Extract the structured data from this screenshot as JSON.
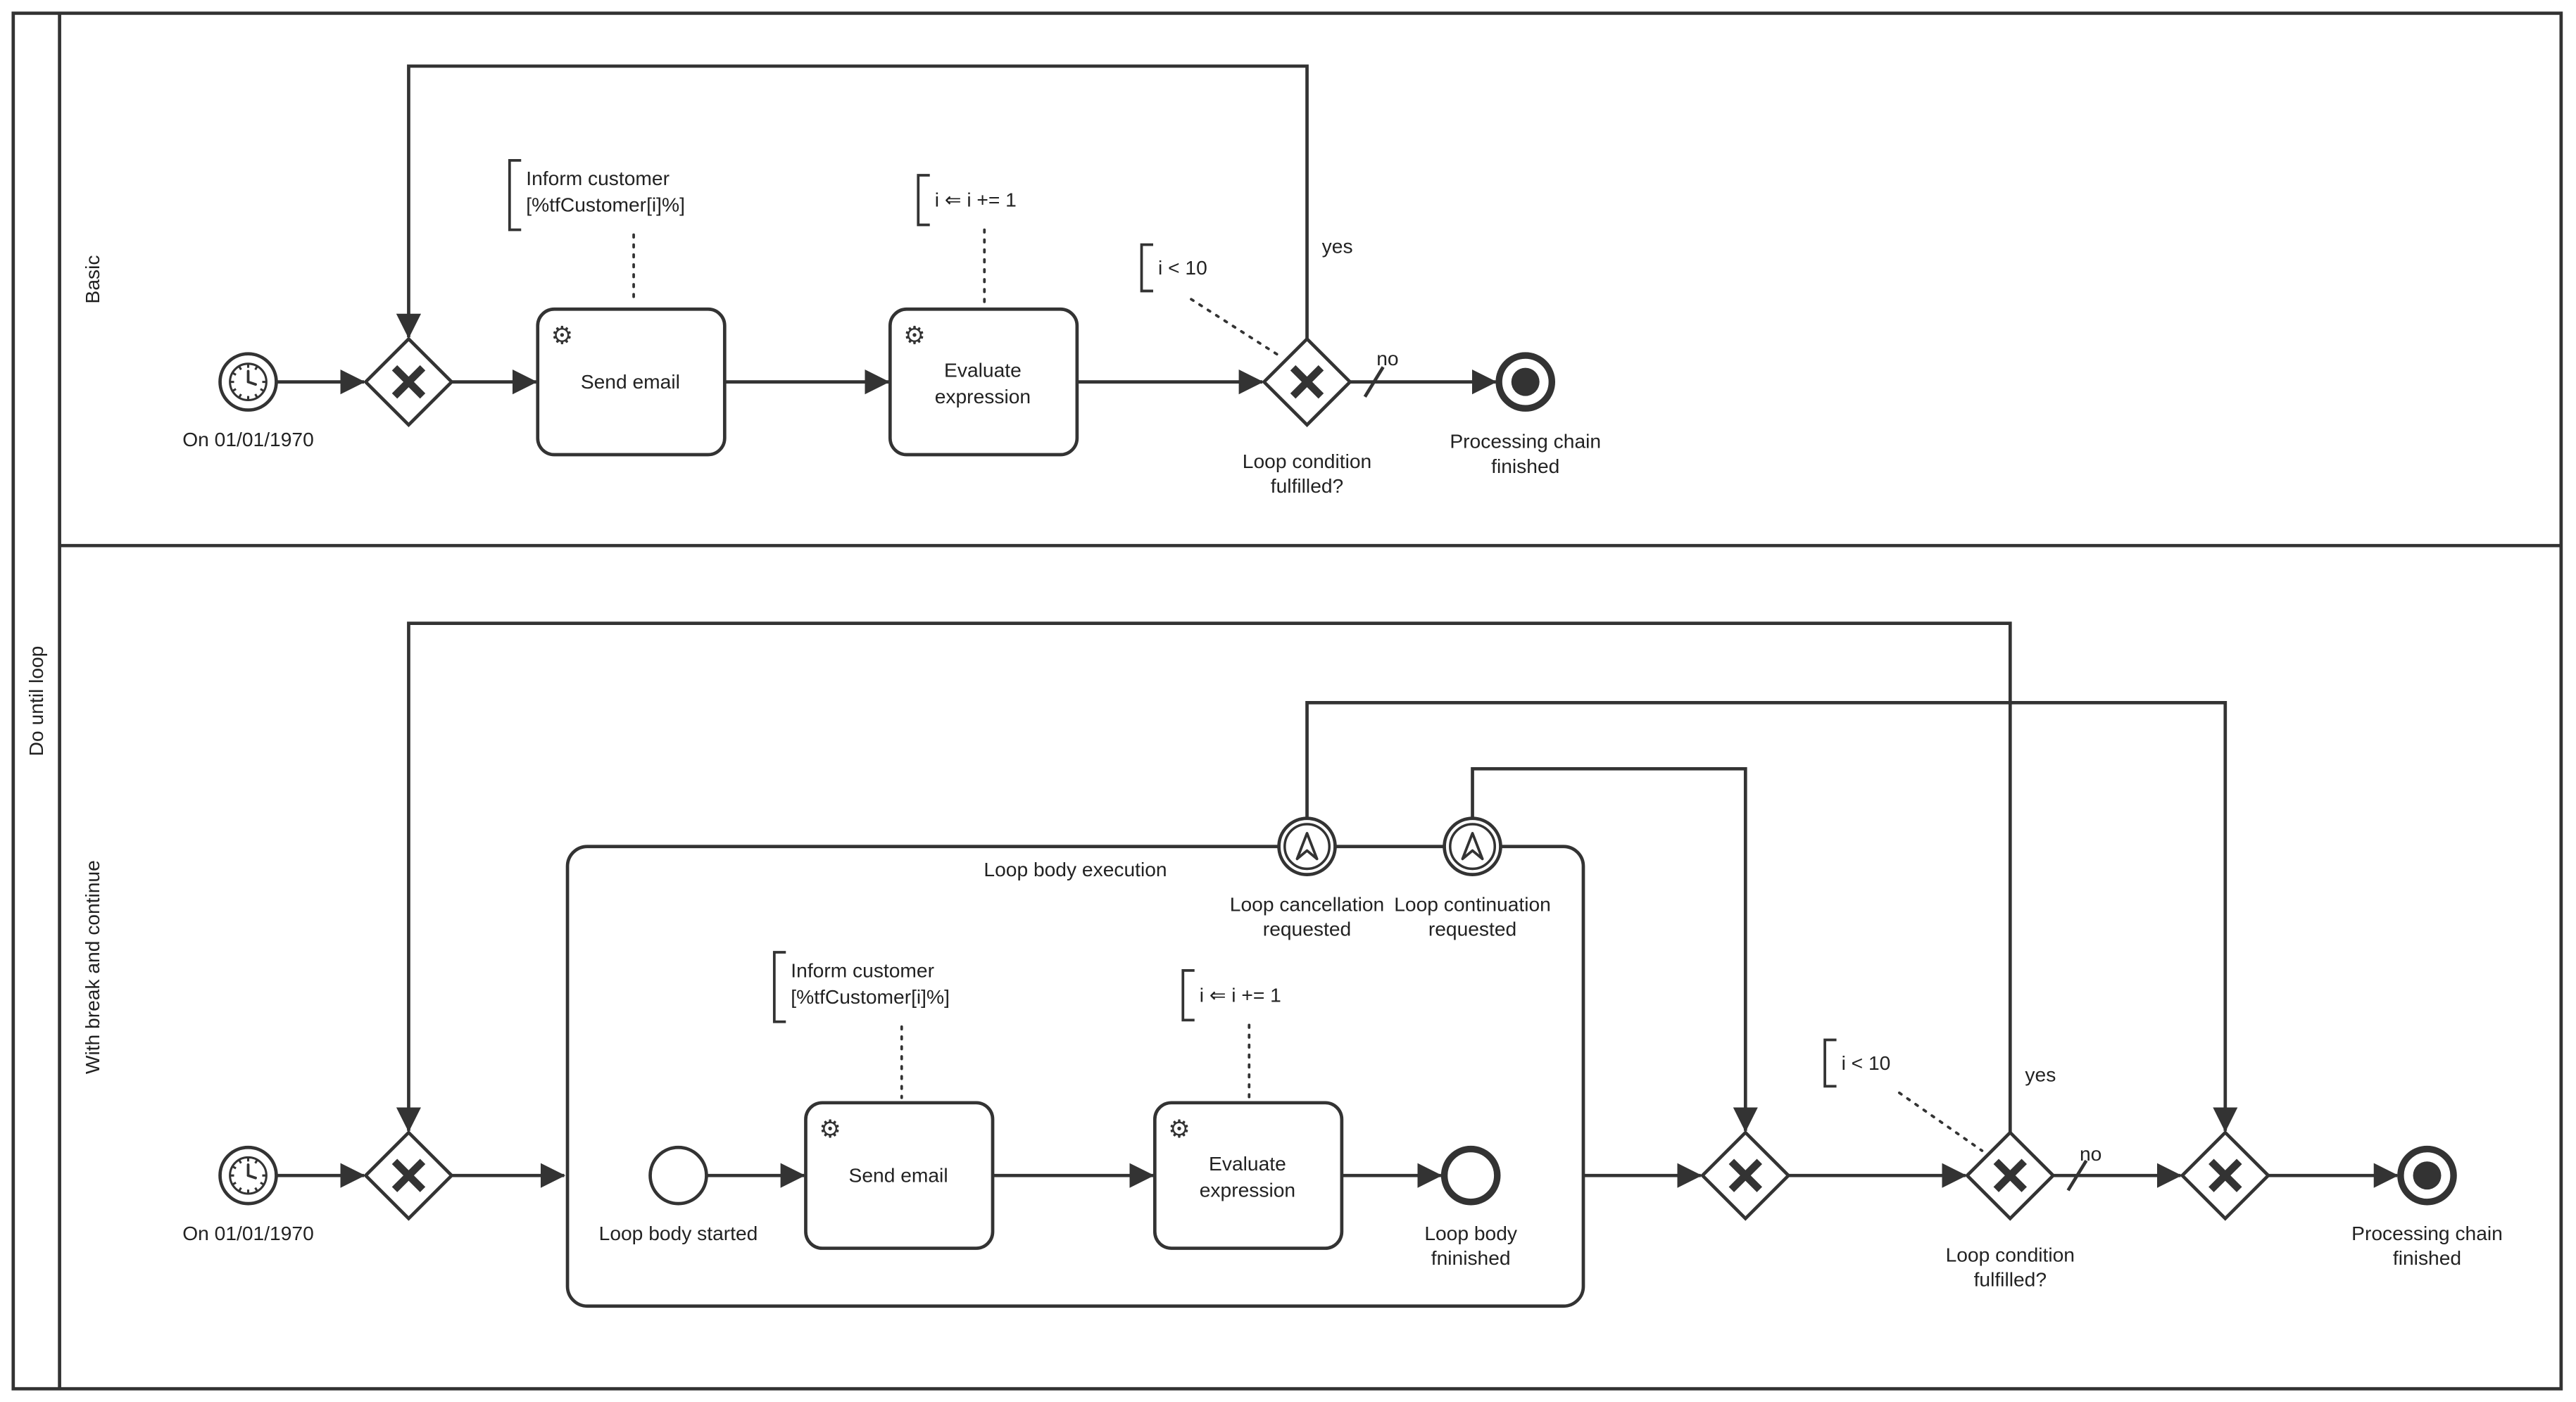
{
  "colors": {
    "stroke": "#333333",
    "background": "#ffffff",
    "text": "#222222"
  },
  "icons": {
    "gear": "⚙"
  },
  "pool": {
    "label": "Do until loop"
  },
  "lanes": [
    {
      "label": "Basic"
    },
    {
      "label": "With break and continue"
    }
  ],
  "basic": {
    "start_label": "On 01/01/1970",
    "annotation_inform": {
      "line1": "Inform customer",
      "line2": "[%tfCustomer[i]%]"
    },
    "task_send_email": "Send email",
    "annotation_increment": "i ⇐ i += 1",
    "task_evaluate": {
      "line1": "Evaluate",
      "line2": "expression"
    },
    "annotation_condition": "i < 10",
    "gateway_condition": {
      "line1": "Loop condition",
      "line2": "fulfilled?"
    },
    "label_yes": "yes",
    "label_no": "no",
    "end_event": {
      "line1": "Processing chain",
      "line2": "finished"
    }
  },
  "advanced": {
    "start_label": "On 01/01/1970",
    "subprocess_label": "Loop body execution",
    "loop_start_label": "Loop body started",
    "annotation_inform": {
      "line1": "Inform customer",
      "line2": "[%tfCustomer[i]%]"
    },
    "task_send_email": "Send email",
    "annotation_increment": "i ⇐ i += 1",
    "task_evaluate": {
      "line1": "Evaluate",
      "line2": "expression"
    },
    "loop_end": {
      "line1": "Loop body",
      "line2": "fninished"
    },
    "boundary_cancel": {
      "line1": "Loop cancellation",
      "line2": "requested"
    },
    "boundary_continue": {
      "line1": "Loop continuation",
      "line2": "requested"
    },
    "annotation_condition": "i < 10",
    "gateway_condition": {
      "line1": "Loop condition",
      "line2": "fulfilled?"
    },
    "label_yes": "yes",
    "label_no": "no",
    "end_event": {
      "line1": "Processing chain",
      "line2": "finished"
    }
  }
}
